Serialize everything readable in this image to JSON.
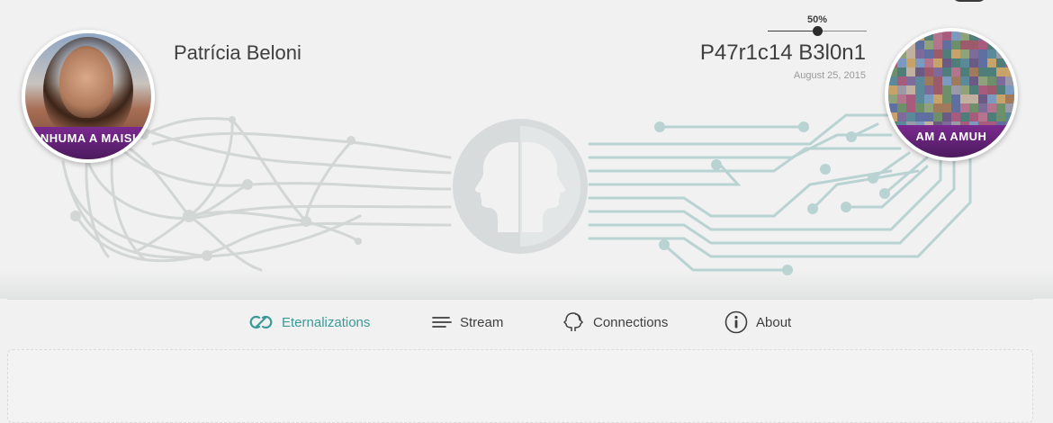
{
  "profile": {
    "left": {
      "name": "Patrícia Beloni",
      "band_text": "NHUMA A MAISI"
    },
    "right": {
      "name": "P47r1c14 B3l0n1",
      "date": "August 25, 2015",
      "band_text": "AM A AMUH"
    }
  },
  "similarity": {
    "label": "50%",
    "value": 0.5
  },
  "tabs": [
    {
      "label": "Eternalizations",
      "icon": "eternity-icon",
      "active": true
    },
    {
      "label": "Stream",
      "icon": "stream-icon",
      "active": false
    },
    {
      "label": "Connections",
      "icon": "connections-icon",
      "active": false
    },
    {
      "label": "About",
      "icon": "info-icon",
      "active": false
    }
  ],
  "colors": {
    "accent": "#3b9a98",
    "circuit": "#b9d3d2",
    "network": "#d5d8d7",
    "band": "#5a1f6e",
    "background": "#f0f1f0"
  }
}
